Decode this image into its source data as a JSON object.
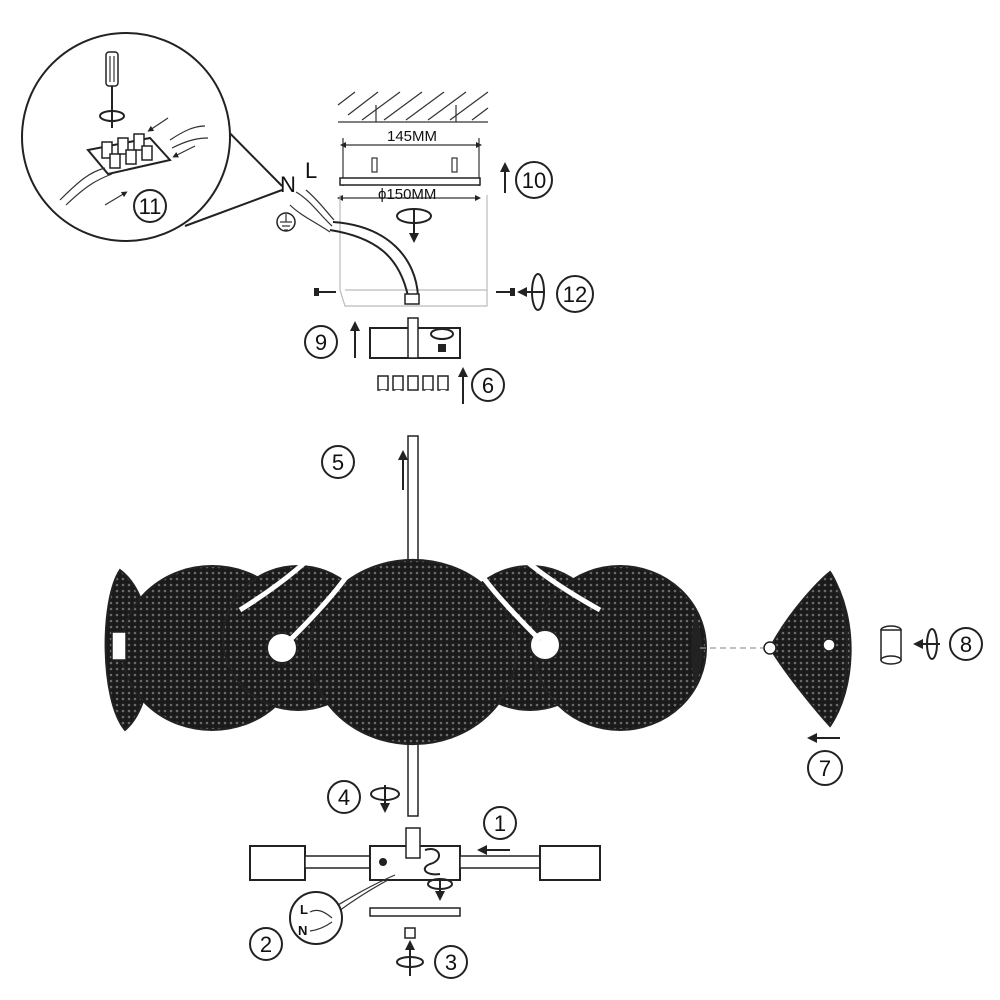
{
  "dimensions": {
    "bracket_width": "145MM",
    "canopy_diameter": "ϕ150MM"
  },
  "wire_labels": {
    "neutral": "N",
    "live": "L"
  },
  "steps": [
    {
      "number": "1"
    },
    {
      "number": "2"
    },
    {
      "number": "3"
    },
    {
      "number": "4"
    },
    {
      "number": "5"
    },
    {
      "number": "6"
    },
    {
      "number": "7"
    },
    {
      "number": "8"
    },
    {
      "number": "9"
    },
    {
      "number": "10"
    },
    {
      "number": "11"
    },
    {
      "number": "12"
    }
  ],
  "colors": {
    "line": "#222222",
    "mesh_fill": "#111111",
    "background": "#ffffff"
  },
  "icons": [
    "screwdriver-icon",
    "rotate-icon",
    "ground-symbol-icon",
    "arrow-up-icon",
    "arrow-left-icon"
  ]
}
